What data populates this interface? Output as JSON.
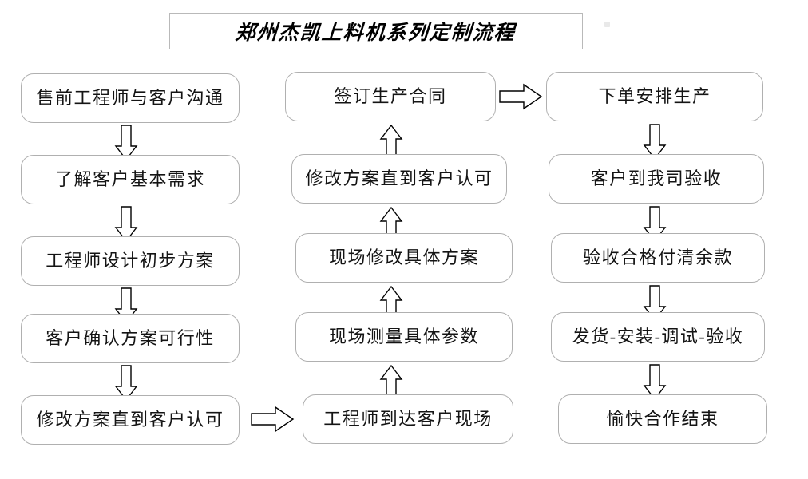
{
  "title": {
    "text": "郑州杰凯上料机系列定制流程"
  },
  "columns": [
    {
      "name": "pre-sales",
      "nodes": [
        {
          "label": "售前工程师与客户沟通"
        },
        {
          "label": "了解客户基本需求"
        },
        {
          "label": "工程师设计初步方案"
        },
        {
          "label": "客户确认方案可行性"
        },
        {
          "label": "修改方案直到客户认可"
        }
      ]
    },
    {
      "name": "on-site",
      "nodes": [
        {
          "label": "签订生产合同"
        },
        {
          "label": "修改方案直到客户认可"
        },
        {
          "label": "现场修改具体方案"
        },
        {
          "label": "现场测量具体参数"
        },
        {
          "label": "工程师到达客户现场"
        }
      ]
    },
    {
      "name": "production",
      "nodes": [
        {
          "label": "下单安排生产"
        },
        {
          "label": "客户到我司验收"
        },
        {
          "label": "验收合格付清余款"
        },
        {
          "label": "发货-安装-调试-验收"
        },
        {
          "label": "愉快合作结束"
        }
      ]
    }
  ],
  "arrows": [
    {
      "name": "arrow-down-col1-1",
      "direction": "down"
    },
    {
      "name": "arrow-down-col1-2",
      "direction": "down"
    },
    {
      "name": "arrow-down-col1-3",
      "direction": "down"
    },
    {
      "name": "arrow-down-col1-4",
      "direction": "down"
    },
    {
      "name": "arrow-right-col1-to-col2",
      "direction": "right"
    },
    {
      "name": "arrow-up-col2-1",
      "direction": "up"
    },
    {
      "name": "arrow-up-col2-2",
      "direction": "up"
    },
    {
      "name": "arrow-up-col2-3",
      "direction": "up"
    },
    {
      "name": "arrow-up-col2-4",
      "direction": "up"
    },
    {
      "name": "arrow-right-col2-to-col3",
      "direction": "right"
    },
    {
      "name": "arrow-down-col3-1",
      "direction": "down"
    },
    {
      "name": "arrow-down-col3-2",
      "direction": "down"
    },
    {
      "name": "arrow-down-col3-3",
      "direction": "down"
    },
    {
      "name": "arrow-down-col3-4",
      "direction": "down"
    }
  ],
  "colors": {
    "background": "#ffffff",
    "box_border": "#b0b0b0",
    "title_border": "#b9b9b9",
    "text": "#141414",
    "arrow_stroke": "#000000",
    "arrow_fill": "#ffffff"
  }
}
